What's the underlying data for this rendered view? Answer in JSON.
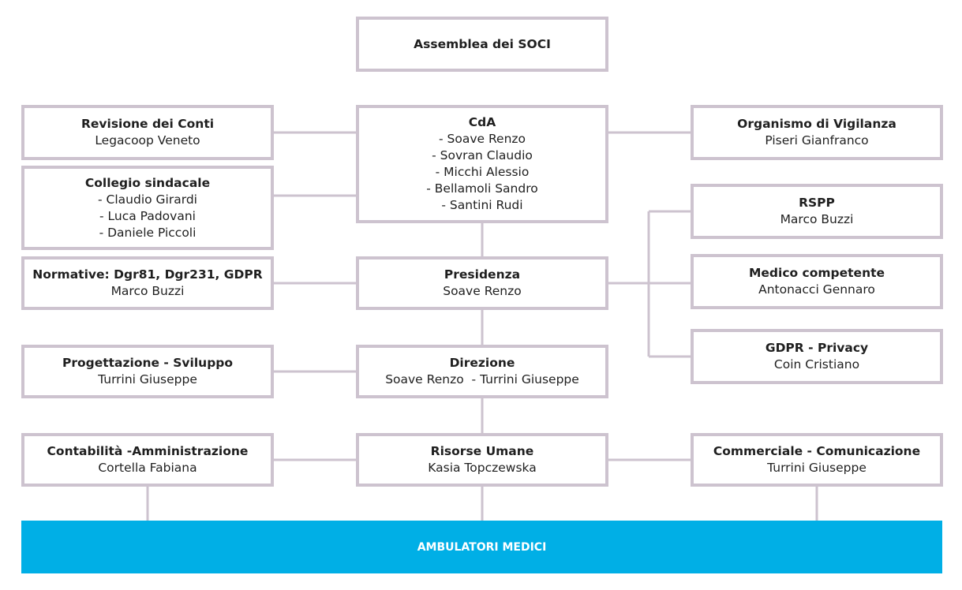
{
  "colors": {
    "box_border": "#cdc3cf",
    "connector": "#cdc3cf",
    "banner_bg": "#00afe6",
    "banner_text": "#ffffff"
  },
  "assemblea": {
    "title": "Assemblea dei SOCI"
  },
  "revisione": {
    "title": "Revisione dei Conti",
    "name": "Legacoop Veneto"
  },
  "collegio": {
    "title": "Collegio sindacale",
    "members": [
      "- Claudio Girardi",
      "- Luca Padovani",
      "- Daniele Piccoli"
    ]
  },
  "cda": {
    "title": "CdA",
    "members": [
      "- Soave Renzo",
      "- Sovran Claudio",
      "- Micchi Alessio",
      "- Bellamoli Sandro",
      "- Santini Rudi"
    ]
  },
  "vigilanza": {
    "title": "Organismo di Vigilanza",
    "name": "Piseri Gianfranco"
  },
  "rspp": {
    "title": "RSPP",
    "name": "Marco Buzzi"
  },
  "normative": {
    "title": "Normative: Dgr81, Dgr231, GDPR",
    "name": "Marco Buzzi"
  },
  "presidenza": {
    "title": "Presidenza",
    "name": "Soave Renzo"
  },
  "medico": {
    "title": "Medico competente",
    "name": "Antonacci Gennaro"
  },
  "gdpr": {
    "title": "GDPR - Privacy",
    "name": "Coin Cristiano"
  },
  "progettazione": {
    "title": "Progettazione - Sviluppo",
    "name": "Turrini Giuseppe"
  },
  "direzione": {
    "title": "Direzione",
    "name": "Soave Renzo  - Turrini Giuseppe"
  },
  "contabilita": {
    "title": "Contabilità -Amministrazione",
    "name": "Cortella Fabiana"
  },
  "risorse": {
    "title": "Risorse Umane",
    "name": "Kasia Topczewska"
  },
  "commerciale": {
    "title": "Commerciale - Comunicazione",
    "name": "Turrini Giuseppe"
  },
  "banner": {
    "label": "AMBULATORI MEDICI"
  }
}
